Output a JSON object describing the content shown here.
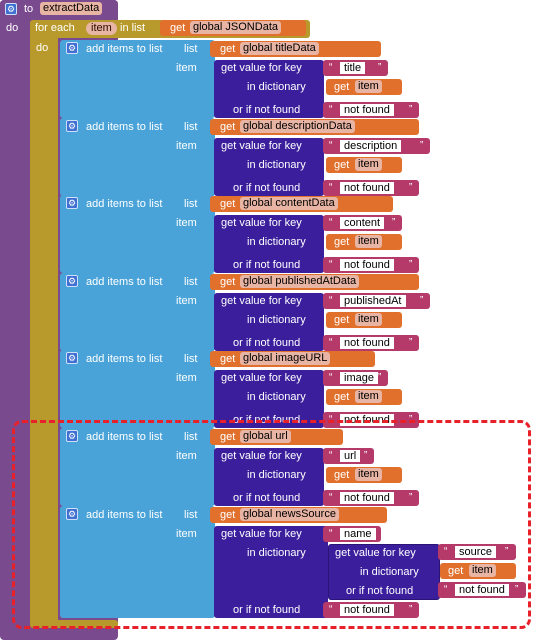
{
  "procedure": {
    "to_label": "to",
    "name": "extractData",
    "do_label": "do"
  },
  "foreach": {
    "for_each_label": "for each",
    "var": "item",
    "in_list_label": "in list",
    "get_label": "get",
    "list_var": "global JSONData",
    "do_label": "do"
  },
  "labels": {
    "add_items_to_list": "add items to list",
    "list": "list",
    "item": "item",
    "get": "get",
    "get_value_for_key": "get value for key",
    "in_dictionary": "in dictionary",
    "or_if_not_found": "or if not found"
  },
  "blocks": [
    {
      "list_var": "global titleData",
      "key": "title",
      "dict_var": "item",
      "not_found": "not found"
    },
    {
      "list_var": "global descriptionData",
      "key": "description",
      "dict_var": "item",
      "not_found": "not found"
    },
    {
      "list_var": "global contentData",
      "key": "content",
      "dict_var": "item",
      "not_found": "not found"
    },
    {
      "list_var": "global publishedAtData",
      "key": "publishedAt",
      "dict_var": "item",
      "not_found": "not found"
    },
    {
      "list_var": "global imageURL",
      "key": "image",
      "dict_var": "item",
      "not_found": "not found"
    },
    {
      "list_var": "global url",
      "key": "url",
      "dict_var": "item",
      "not_found": "not found"
    },
    {
      "list_var": "global newsSource",
      "key": "name",
      "dict_var": "",
      "not_found": "not found",
      "nested": {
        "key": "source",
        "dict_var": "item",
        "not_found": "not found"
      }
    }
  ],
  "colors": {
    "procedure": "#7a4a8e",
    "foreach": "#b89a2c",
    "add_items": "#4aa3d8",
    "dict_lookup": "#3a1e9c",
    "variable": "#e0702b",
    "text": "#b53a6a",
    "highlight": "#e8202a"
  }
}
